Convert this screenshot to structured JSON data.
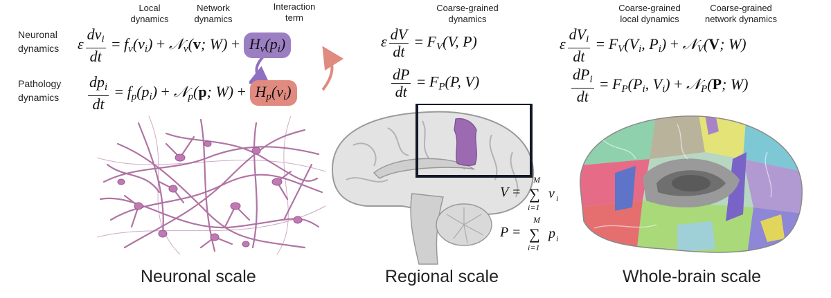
{
  "annotations": {
    "local_dynamics": "Local\ndynamics",
    "network_dynamics": "Network\ndynamics",
    "interaction_term": "Interaction\nterm",
    "coarse_grained_dynamics": "Coarse-grained\ndynamics",
    "coarse_grained_local": "Coarse-grained\nlocal dynamics",
    "coarse_grained_network": "Coarse-grained\nnetwork dynamics"
  },
  "row_labels": {
    "neuronal": "Neuronal\ndynamics",
    "pathology": "Pathology\ndynamics"
  },
  "scales": {
    "neuronal": "Neuronal scale",
    "regional": "Regional scale",
    "whole_brain": "Whole-brain scale"
  },
  "colors": {
    "interaction_v": "#9c7fc3",
    "interaction_p": "#e08a80",
    "neuron": "#a8659a",
    "neuron_body": "#c07ab3",
    "highlight_region": "#9c6ab0",
    "frame": "#111827"
  },
  "icons": {
    "neuron_network": "neuron-network-illustration",
    "sagittal_brain": "brain-sagittal-illustration",
    "parcellated_brain": "brain-parcellation-illustration"
  }
}
